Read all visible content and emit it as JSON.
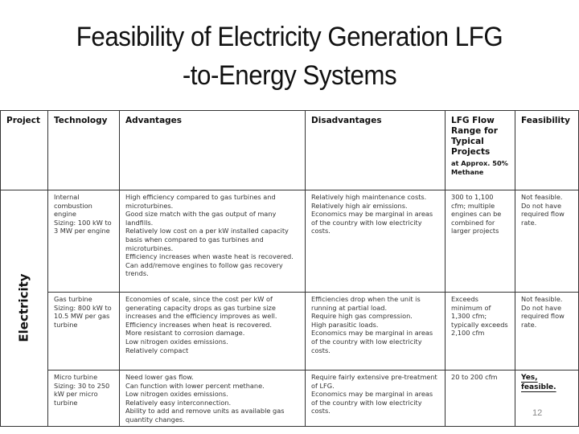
{
  "slide": {
    "title_line1": "Feasibility of Electricity Generation LFG",
    "title_line2": "-to-Energy Systems",
    "page_number": "12"
  },
  "table": {
    "headers": {
      "project": "Project",
      "technology": "Technology",
      "advantages": "Advantages",
      "disadvantages": "Disadvantages",
      "flow": "LFG Flow Range for Typical Projects",
      "flow_sub": "at Approx. 50% Methane",
      "feasibility": "Feasibility"
    },
    "project_label": "Electricity",
    "colors": {
      "not_feasible": "#d9344e",
      "border": "#333333"
    },
    "rows": [
      {
        "technology": [
          "Internal combustion engine",
          "Sizing: 100 kW to 3 MW per engine"
        ],
        "advantages": [
          "High efficiency compared to gas turbines and microturbines.",
          "Good size match with the gas output of many landfills.",
          "Relatively low cost on a per kW installed capacity basis when compared to gas turbines and microturbines.",
          "Efficiency increases when waste heat is recovered.",
          "Can add/remove engines to follow gas recovery trends."
        ],
        "disadvantages": [
          "Relatively high maintenance costs.",
          "Relatively high air emissions.",
          "Economics may be marginal in areas of the country with low electricity costs."
        ],
        "flow": "300 to 1,100 cfm; multiple engines can be combined for larger projects",
        "feasibility": "Not feasible. Do not have required flow rate."
      },
      {
        "technology": [
          "Gas turbine",
          "Sizing: 800 kW to 10.5 MW per gas turbine"
        ],
        "advantages": [
          "Economies of scale, since the cost per kW of generating capacity drops as gas turbine size increases and the efficiency improves as well.",
          "Efficiency increases when heat is recovered.",
          "More resistant to corrosion damage.",
          "Low nitrogen oxides emissions.",
          "Relatively compact"
        ],
        "disadvantages": [
          "Efficiencies drop when the unit is running at partial load.",
          "Require high gas compression.",
          "High parasitic loads.",
          "Economics may be marginal in areas of the country with low electricity costs."
        ],
        "flow": "Exceeds minimum of 1,300 cfm; typically exceeds 2,100 cfm",
        "feasibility": "Not feasible. Do not have required flow rate."
      },
      {
        "technology": [
          "Micro turbine",
          "Sizing: 30 to 250 kW per micro turbine"
        ],
        "advantages": [
          "Need lower gas flow.",
          "Can function with lower percent methane.",
          "Low nitrogen oxides emissions.",
          "Relatively easy interconnection.",
          "Ability to add and remove units as available gas quantity changes."
        ],
        "disadvantages": [
          "Require fairly extensive pre-treatment of LFG.",
          "Economics may be marginal in areas of the country with low electricity costs."
        ],
        "flow": "20 to 200 cfm",
        "feasibility": "Yes, feasible."
      }
    ]
  }
}
